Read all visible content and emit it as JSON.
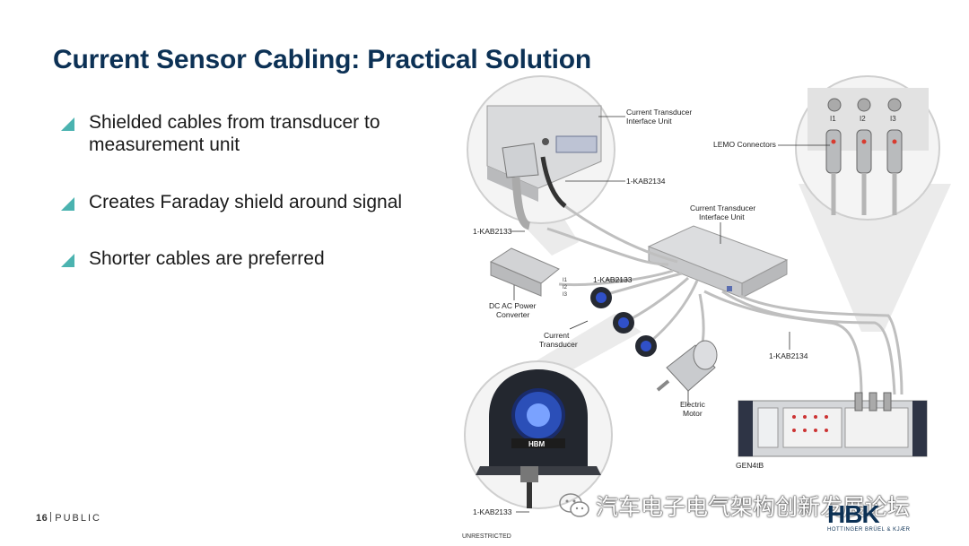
{
  "slide": {
    "title": "Current Sensor Cabling: Practical Solution",
    "bullets": [
      "Shielded cables from transducer to measurement unit",
      "Creates Faraday shield around signal",
      "Shorter cables are preferred"
    ],
    "accent_color": "#4bb3b0",
    "title_color": "#0c3155"
  },
  "footer": {
    "page_number": "16",
    "classification": "PUBLIC",
    "unrestricted": "UNRESTRICTED"
  },
  "diagram": {
    "labels": {
      "interface_unit_top": [
        "Current Transducer",
        "Interface Unit"
      ],
      "interface_unit_mid": [
        "Current Transducer",
        "Interface Unit"
      ],
      "kab2134_top": "1-KAB2134",
      "kab2133_left": "1-KAB2133",
      "kab2133_mid": "1-KAB2133",
      "kab2134_bottom": "1-KAB2134",
      "kab2133_bottom": "1-KAB2133",
      "lemo": "LEMO Connectors",
      "power_converter": [
        "DC AC Power",
        "Converter"
      ],
      "current_transducer": [
        "Current",
        "Transducer"
      ],
      "electric_motor": [
        "Electric",
        "Motor"
      ],
      "gen": "GEN4tB",
      "transducer_brand": "HBM",
      "channels": [
        "I1",
        "I2",
        "I3"
      ],
      "channel_names": [
        "I1",
        "I2",
        "I3"
      ]
    }
  },
  "watermark": {
    "text": "汽车电子电气架构创新发展论坛"
  },
  "logo": {
    "word": "HBK",
    "subtitle": "HOTTINGER BRÜEL & KJÆR"
  }
}
